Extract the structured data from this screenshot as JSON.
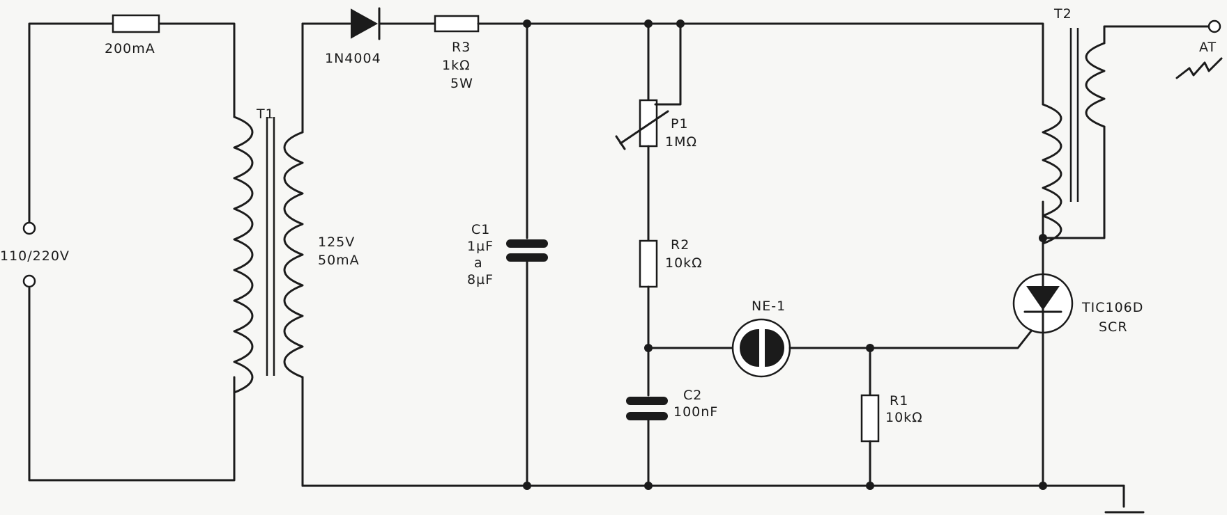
{
  "labels": {
    "fuse": "200mA",
    "t1": "T1",
    "mains": "110/220V",
    "secondary_voltage": "125V",
    "secondary_current": "50mA",
    "diode": "1N4004",
    "r3_name": "R3",
    "r3_value": "1kΩ",
    "r3_power": "5W",
    "c1_name": "C1",
    "c1_value1": "1µF",
    "c1_sep": "a",
    "c1_value2": "8µF",
    "p1_name": "P1",
    "p1_value": "1MΩ",
    "r2_name": "R2",
    "r2_value": "10kΩ",
    "ne1": "NE-1",
    "c2_name": "C2",
    "c2_value": "100nF",
    "r1_name": "R1",
    "r1_value": "10kΩ",
    "t2": "T2",
    "scr_name": "TIC106D",
    "scr_type": "SCR",
    "output": "AT"
  },
  "colors": {
    "ink": "#1b1b1b",
    "paper": "#f7f7f5"
  }
}
